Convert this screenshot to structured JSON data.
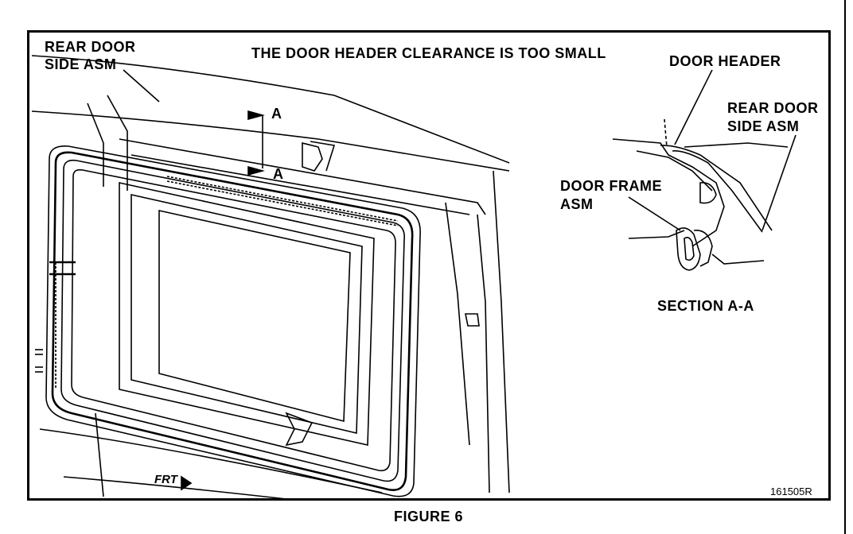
{
  "headline": "THE DOOR HEADER CLEARANCE IS TOO SMALL",
  "callouts": {
    "rear_door_side_asm_left_1": "REAR DOOR",
    "rear_door_side_asm_left_2": "SIDE ASM",
    "door_header": "DOOR HEADER",
    "rear_door_side_asm_right_1": "REAR DOOR",
    "rear_door_side_asm_right_2": "SIDE ASM",
    "door_frame_asm_1": "DOOR FRAME",
    "door_frame_asm_2": "ASM",
    "section_marker_top": "A",
    "section_marker_bottom": "A"
  },
  "section_caption": "SECTION A-A",
  "direction_label": "FRT",
  "part_code": "161505R",
  "figure_caption": "FIGURE 6"
}
